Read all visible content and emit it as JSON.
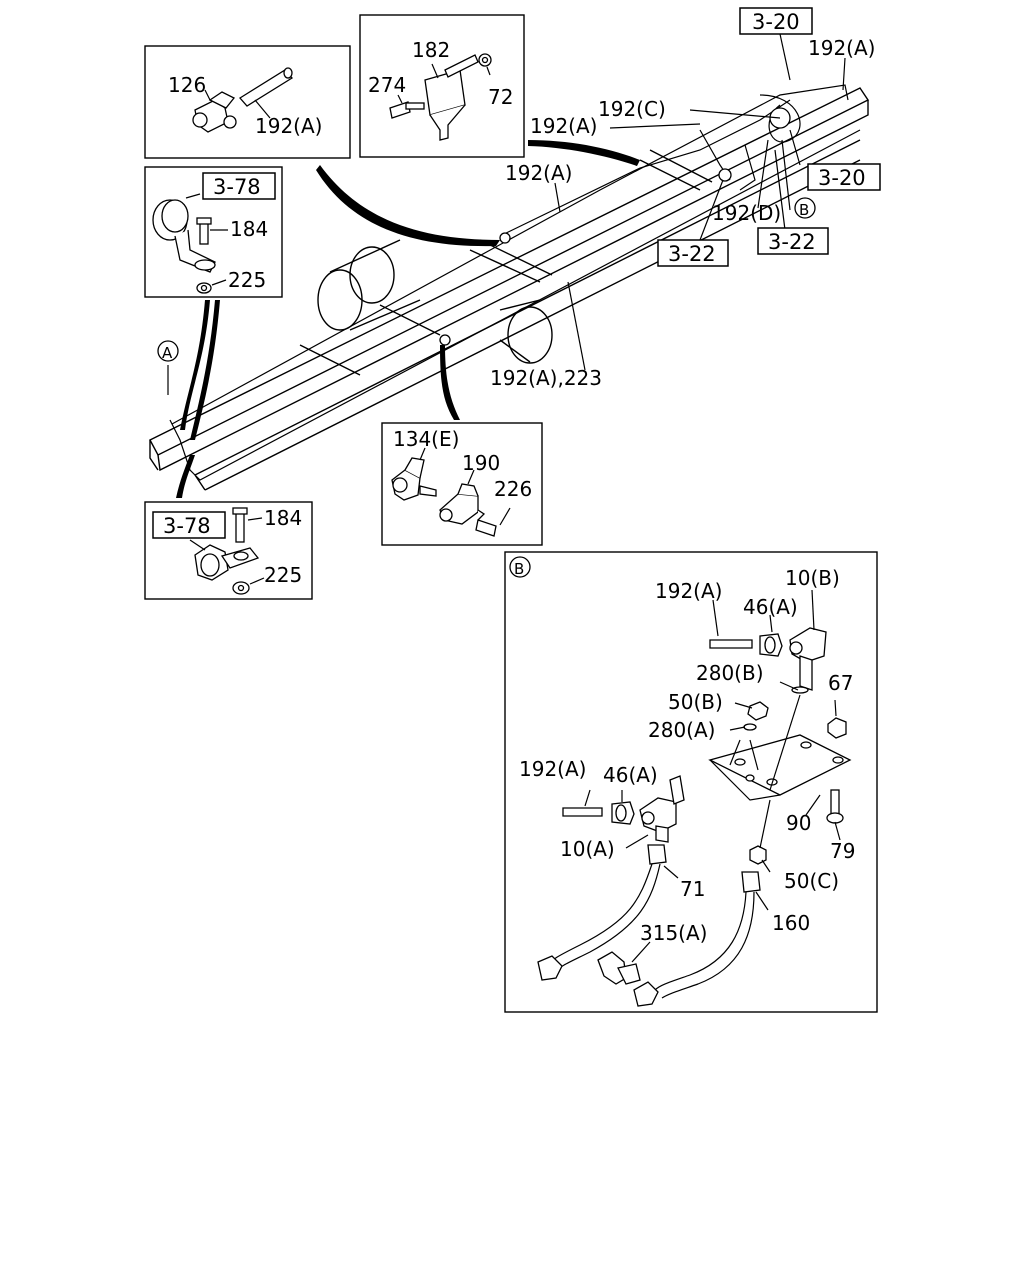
{
  "diagram": {
    "labels": {
      "t126": "126",
      "t192a_inset1": "192(A)",
      "t182": "182",
      "t274": "274",
      "t72": "72",
      "t320_top": "3-20",
      "t192a_topright": "192(A)",
      "t192c": "192(C)",
      "t192a_mid": "192(A)",
      "t320_right": "3-20",
      "t192a_frame": "192(A)",
      "t192d": "192(D)",
      "t322_left": "3-22",
      "t322_right": "3-22",
      "t378_top": "3-78",
      "t184_top": "184",
      "t225_top": "225",
      "t192a223": "192(A),223",
      "t134e": "134(E)",
      "t190": "190",
      "t226": "226",
      "t378_bot": "3-78",
      "t184_bot": "184",
      "t225_bot": "225",
      "callout_a": "A",
      "callout_b": "B",
      "detail_b": "B",
      "t192a_b1": "192(A)",
      "t10b": "10(B)",
      "t46a_b1": "46(A)",
      "t280b": "280(B)",
      "t67": "67",
      "t50b": "50(B)",
      "t280a": "280(A)",
      "t192a_b2": "192(A)",
      "t46a_b2": "46(A)",
      "t90": "90",
      "t10a": "10(A)",
      "t79": "79",
      "t71": "71",
      "t50c": "50(C)",
      "t315a": "315(A)",
      "t160": "160"
    }
  }
}
